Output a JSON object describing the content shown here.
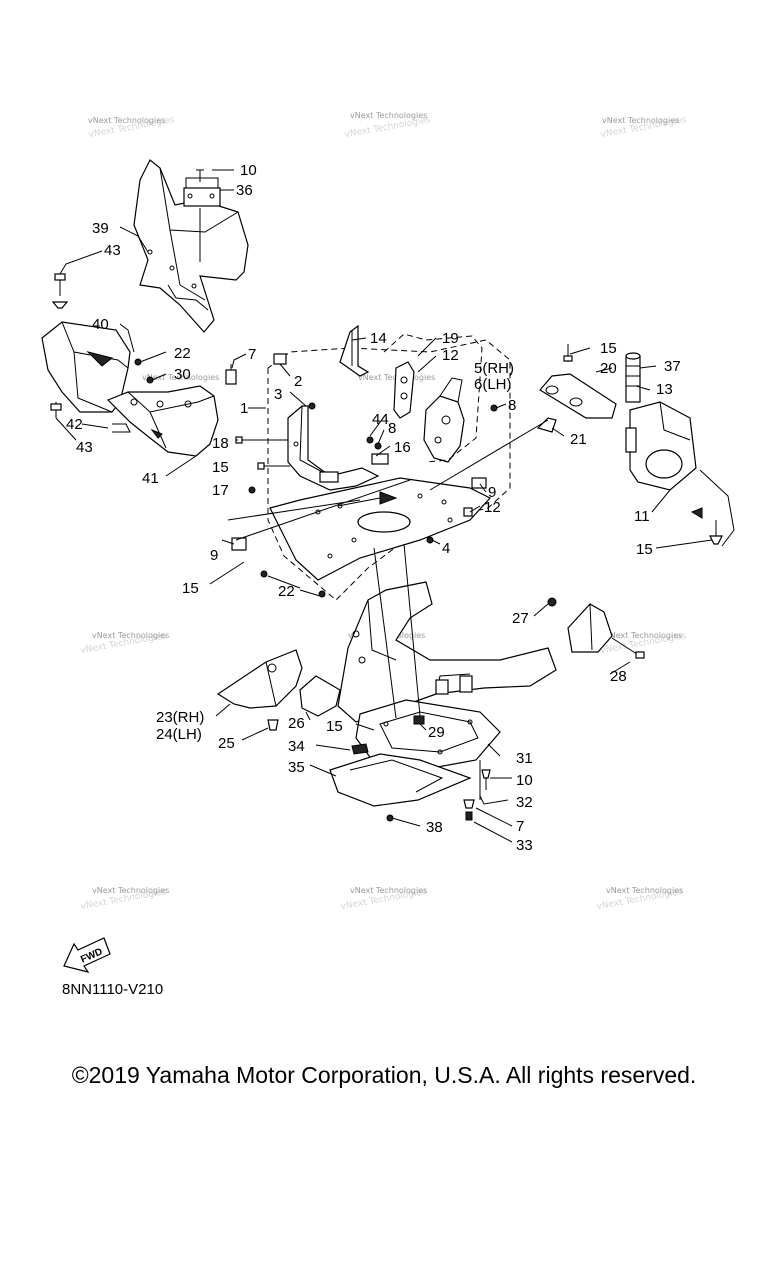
{
  "watermark": "vNext Technologies",
  "diagram_code": "8NN1110-V210",
  "fwd_label": "FWD",
  "copyright": "©2019 Yamaha Motor Corporation, U.S.A. All rights reserved.",
  "callouts": [
    "10",
    "36",
    "39",
    "43",
    "40",
    "22",
    "30",
    "7",
    "2",
    "3",
    "1",
    "42",
    "43",
    "41",
    "18",
    "15",
    "17",
    "14",
    "19",
    "12",
    "44",
    "8",
    "16",
    "5(RH)",
    "6(LH)",
    "8",
    "9",
    "12",
    "15",
    "20",
    "37",
    "13",
    "21",
    "11",
    "15",
    "9",
    "15",
    "22",
    "4",
    "27",
    "28",
    "23(RH)",
    "24(LH)",
    "25",
    "26",
    "15",
    "29",
    "34",
    "31",
    "35",
    "10",
    "32",
    "7",
    "38",
    "33"
  ]
}
